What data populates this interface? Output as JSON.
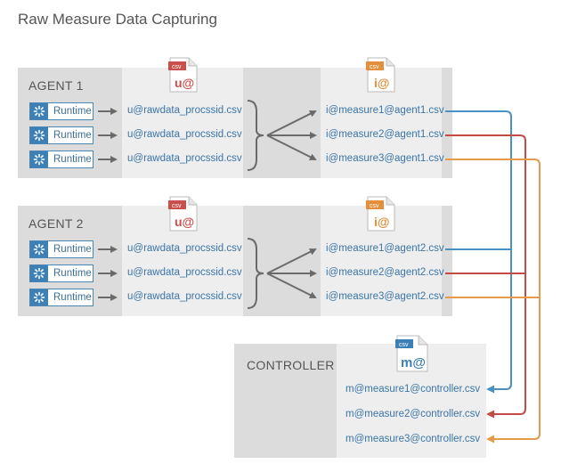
{
  "title": "Raw Measure Data Capturing",
  "agents": [
    {
      "name": "AGENT 1",
      "runtime_label": "Runtime",
      "raw_files": [
        "u@rawdata_procssid.csv",
        "u@rawdata_procssid.csv",
        "u@rawdata_procssid.csv"
      ],
      "measure_files": [
        "i@measure1@agent1.csv",
        "i@measure2@agent1.csv",
        "i@measure3@agent1.csv"
      ]
    },
    {
      "name": "AGENT 2",
      "runtime_label": "Runtime",
      "raw_files": [
        "u@rawdata_procssid.csv",
        "u@rawdata_procssid.csv",
        "u@rawdata_procssid.csv"
      ],
      "measure_files": [
        "i@measure1@agent2.csv",
        "i@measure2@agent2.csv",
        "i@measure3@agent2.csv"
      ]
    }
  ],
  "controller": {
    "name": "CONTROLLER",
    "files": [
      "m@measure1@controller.csv",
      "m@measure2@controller.csv",
      "m@measure3@controller.csv"
    ]
  },
  "file_icons": {
    "type_label": "csv",
    "raw_letter": "u@",
    "measure_letter": "i@",
    "controller_letter": "m@"
  },
  "colors": {
    "measure1": "#4a90c2",
    "measure2": "#c44a45",
    "measure3": "#e59a4c",
    "runtime": "#3d80b5",
    "raw_icon": "#c9504c",
    "measure_icon": "#e38f3c",
    "controller_icon": "#3d80b5"
  }
}
